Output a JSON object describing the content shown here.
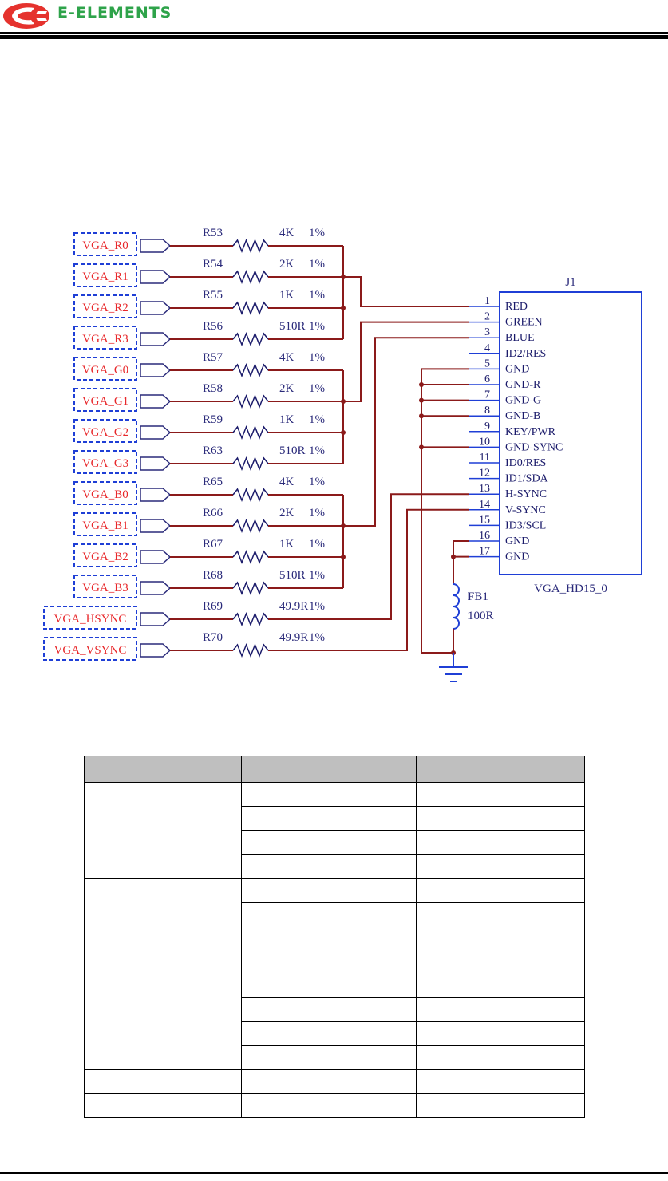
{
  "header": {
    "logo_text": "E-ELEMENTS",
    "brand_color": "#2ea34a",
    "logo_mark_color": "#e5322d"
  },
  "schematic": {
    "wire_color": "#8b1a1a",
    "label_color": "#e8282b",
    "signals": [
      {
        "label": "VGA_R0",
        "ref": "R53",
        "value": "4K",
        "tol": "1%"
      },
      {
        "label": "VGA_R1",
        "ref": "R54",
        "value": "2K",
        "tol": "1%"
      },
      {
        "label": "VGA_R2",
        "ref": "R55",
        "value": "1K",
        "tol": "1%"
      },
      {
        "label": "VGA_R3",
        "ref": "R56",
        "value": "510R",
        "tol": "1%"
      },
      {
        "label": "VGA_G0",
        "ref": "R57",
        "value": "4K",
        "tol": "1%"
      },
      {
        "label": "VGA_G1",
        "ref": "R58",
        "value": "2K",
        "tol": "1%"
      },
      {
        "label": "VGA_G2",
        "ref": "R59",
        "value": "1K",
        "tol": "1%"
      },
      {
        "label": "VGA_G3",
        "ref": "R63",
        "value": "510R",
        "tol": "1%"
      },
      {
        "label": "VGA_B0",
        "ref": "R65",
        "value": "4K",
        "tol": "1%"
      },
      {
        "label": "VGA_B1",
        "ref": "R66",
        "value": "2K",
        "tol": "1%"
      },
      {
        "label": "VGA_B2",
        "ref": "R67",
        "value": "1K",
        "tol": "1%"
      },
      {
        "label": "VGA_B3",
        "ref": "R68",
        "value": "510R",
        "tol": "1%"
      },
      {
        "label": "VGA_HSYNC",
        "ref": "R69",
        "value": "49.9R",
        "tol": "1%"
      },
      {
        "label": "VGA_VSYNC",
        "ref": "R70",
        "value": "49.9R",
        "tol": "1%"
      }
    ],
    "connector": {
      "ref": "J1",
      "part": "VGA_HD15_0",
      "pins": [
        {
          "num": "1",
          "name": "RED"
        },
        {
          "num": "2",
          "name": "GREEN"
        },
        {
          "num": "3",
          "name": "BLUE"
        },
        {
          "num": "4",
          "name": "ID2/RES"
        },
        {
          "num": "5",
          "name": "GND"
        },
        {
          "num": "6",
          "name": "GND-R"
        },
        {
          "num": "7",
          "name": "GND-G"
        },
        {
          "num": "8",
          "name": "GND-B"
        },
        {
          "num": "9",
          "name": "KEY/PWR"
        },
        {
          "num": "10",
          "name": "GND-SYNC"
        },
        {
          "num": "11",
          "name": "ID0/RES"
        },
        {
          "num": "12",
          "name": "ID1/SDA"
        },
        {
          "num": "13",
          "name": "H-SYNC"
        },
        {
          "num": "14",
          "name": "V-SYNC"
        },
        {
          "num": "15",
          "name": "ID3/SCL"
        },
        {
          "num": "16",
          "name": "GND"
        },
        {
          "num": "17",
          "name": "GND"
        }
      ]
    },
    "ferrite": {
      "ref": "FB1",
      "value": "100R"
    }
  },
  "table": {
    "header": [
      "",
      "",
      ""
    ],
    "groups": [
      {
        "label": "",
        "rows": [
          [
            "",
            ""
          ],
          [
            "",
            ""
          ],
          [
            "",
            ""
          ],
          [
            "",
            ""
          ]
        ]
      },
      {
        "label": "",
        "rows": [
          [
            "",
            ""
          ],
          [
            "",
            ""
          ],
          [
            "",
            ""
          ],
          [
            "",
            ""
          ]
        ]
      },
      {
        "label": "",
        "rows": [
          [
            "",
            ""
          ],
          [
            "",
            ""
          ],
          [
            "",
            ""
          ],
          [
            "",
            ""
          ]
        ]
      }
    ],
    "single_rows": [
      [
        "",
        "",
        ""
      ],
      [
        "",
        "",
        ""
      ]
    ]
  }
}
